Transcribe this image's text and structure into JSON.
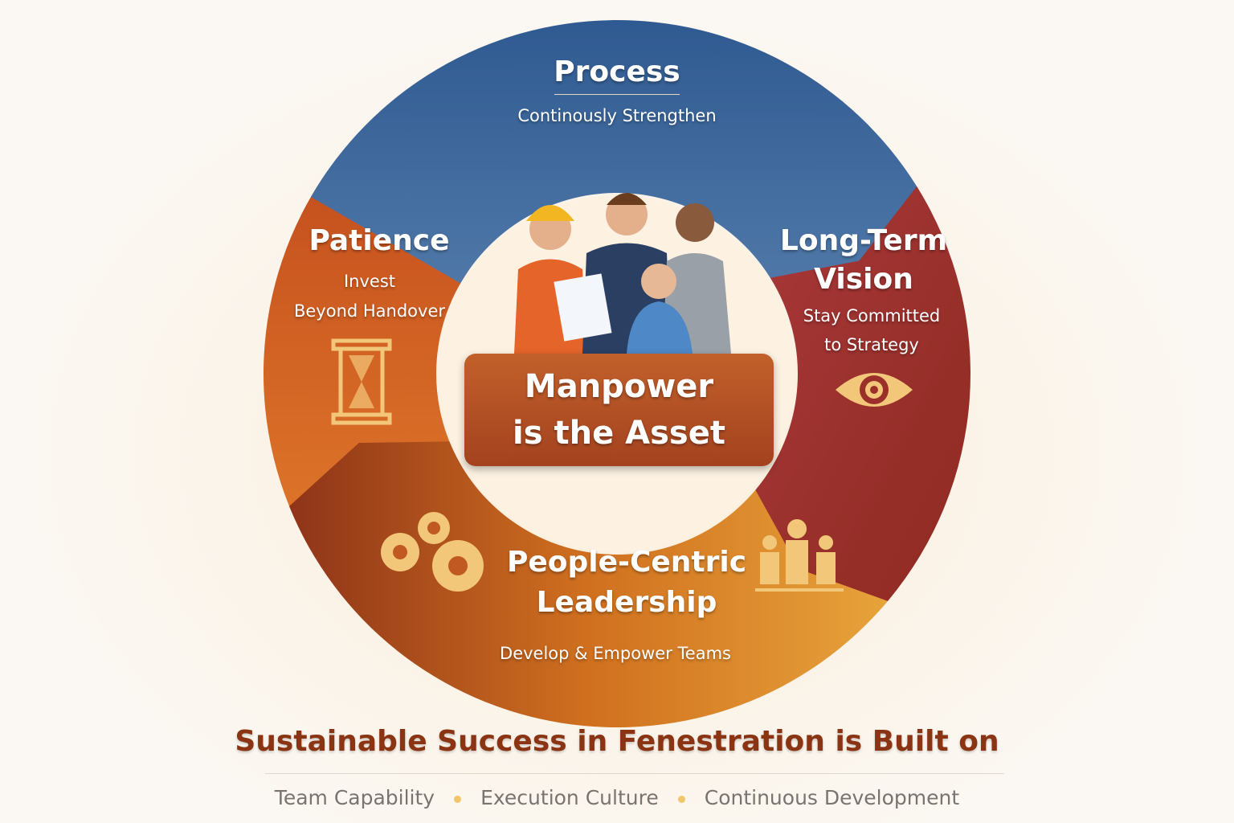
{
  "segments": {
    "process": {
      "title": "Process",
      "subtitle": "Continously Strengthen",
      "color": "#3d6597"
    },
    "long_term_vision": {
      "title_line1": "Long-Term",
      "title_line2": "Vision",
      "subtitle_line1": "Stay Committed",
      "subtitle_line2": "to Strategy",
      "color": "#9b2f2a",
      "icon": "eye-icon"
    },
    "people_centric": {
      "title_line1": "People-Centric",
      "title_line2": "Leadership",
      "subtitle": "Develop & Empower Teams",
      "color": "#d67d22",
      "icons": [
        "gears-icon",
        "team-icon"
      ]
    },
    "patience": {
      "title": "Patience",
      "subtitle_line1": "Invest",
      "subtitle_line2": "Beyond Handover",
      "color": "#d2611f",
      "icon": "hourglass-icon"
    }
  },
  "center": {
    "line1": "Manpower",
    "line2": "is the Asset",
    "image": "team-of-workers-illustration"
  },
  "footer": {
    "title": "Sustainable Success in Fenestration is Built on",
    "items": [
      "Team Capability",
      "Execution Culture",
      "Continuous Development"
    ],
    "dot_color": "#f1c56a"
  }
}
